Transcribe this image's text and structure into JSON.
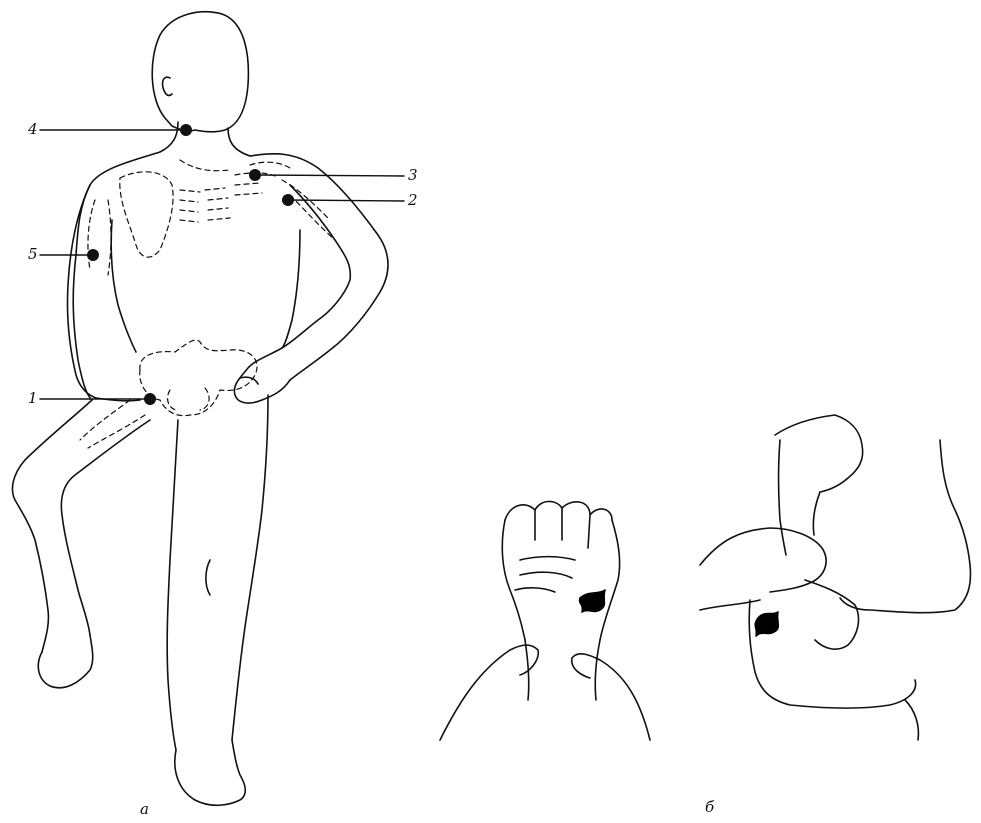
{
  "figure": {
    "points": [
      {
        "id": "1",
        "label": "1"
      },
      {
        "id": "2",
        "label": "2"
      },
      {
        "id": "3",
        "label": "3"
      },
      {
        "id": "4",
        "label": "4"
      },
      {
        "id": "5",
        "label": "5"
      }
    ],
    "captions": {
      "a": "а",
      "b": "б"
    },
    "colors": {
      "ink": "#111111",
      "paper": "#ffffff",
      "wound": "#000000"
    }
  }
}
